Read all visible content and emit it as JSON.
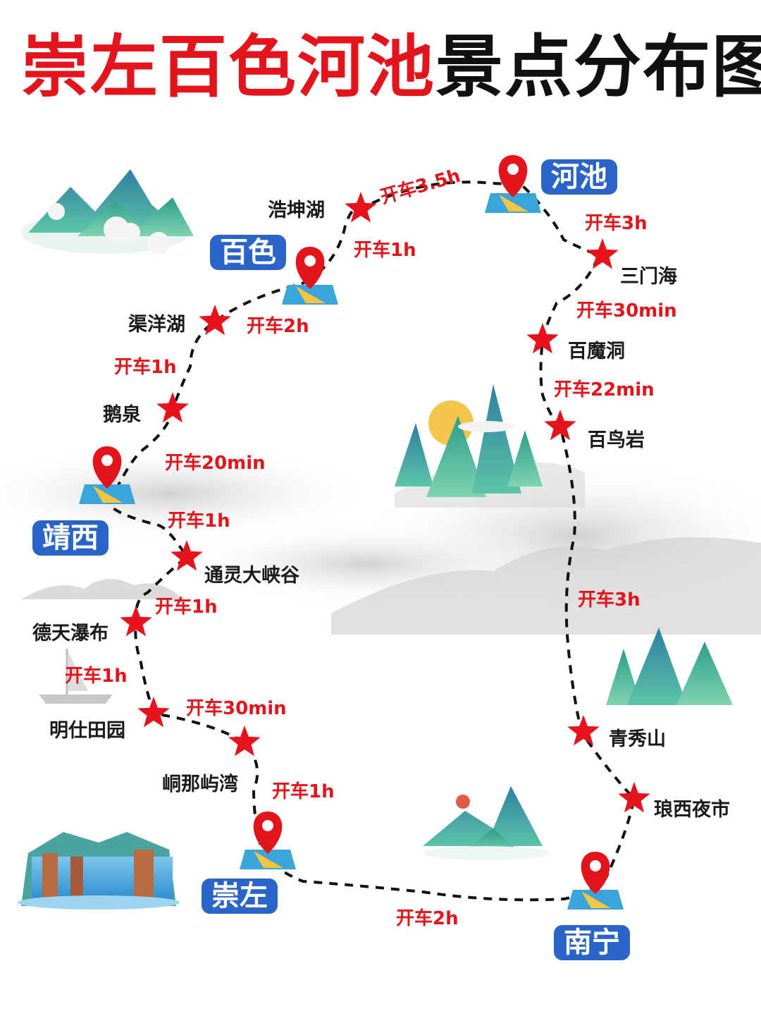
{
  "title": {
    "part1": "崇左百色河池",
    "part2": "景点分布图"
  },
  "colors": {
    "title_red": "#e3141b",
    "title_dark": "#111111",
    "city_badge": "#2b64c9",
    "star": "#e8121c",
    "drive_text": "#e3141b"
  },
  "icons": {
    "city": "map-pin-icon",
    "spot": "star-icon"
  },
  "cities": [
    "河池",
    "百色",
    "靖西",
    "崇左",
    "南宁"
  ],
  "spots": [
    "浩坤湖",
    "渠洋湖",
    "鹅泉",
    "通灵大峡谷",
    "德天瀑布",
    "明仕田园",
    "峒那屿湾",
    "三门海",
    "百魔洞",
    "百鸟岩",
    "青秀山",
    "琅西夜市"
  ],
  "drives": [
    "开车3.5h",
    "开车1h",
    "开车2h",
    "开车1h",
    "开车20min",
    "开车1h",
    "开车1h",
    "开车1h",
    "开车30min",
    "开车1h",
    "开车3h",
    "开车30min",
    "开车22min",
    "开车3h",
    "开车2h"
  ]
}
